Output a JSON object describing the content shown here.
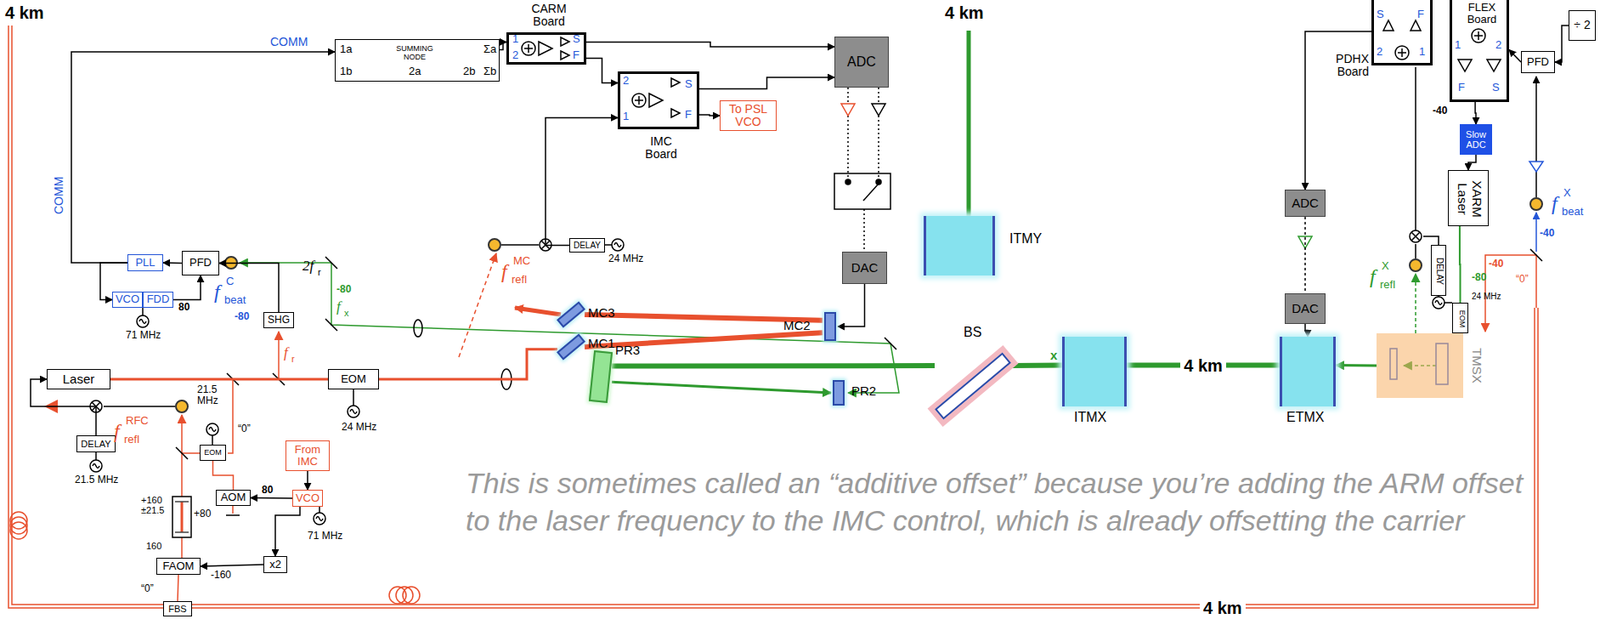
{
  "diagram": {
    "caption": "This is sometimes called an “additive offset” because you’re adding the ARM offset to the laser frequency to the IMC control, which is already offsetting the carrier",
    "nodes": [
      {
        "text": [
          "CARM Board"
        ]
      },
      {
        "text": [
          "1a",
          "1b",
          "SUMMING NODE",
          "2a",
          "2b",
          "Σa",
          "Σb"
        ]
      },
      {
        "text": [
          "ADC"
        ]
      },
      {
        "text": [
          "IMC Board"
        ]
      },
      {
        "text": [
          "To PSL VCO"
        ]
      },
      {
        "text": [
          "PDHX Board"
        ]
      },
      {
        "text": [
          "FLEX Board"
        ]
      },
      {
        "text": [
          "÷ 2"
        ]
      },
      {
        "text": [
          "PFD"
        ]
      },
      {
        "text": [
          "Slow ADC"
        ]
      },
      {
        "text": [
          "XARM Laser"
        ]
      },
      {
        "text": [
          "ADC"
        ]
      },
      {
        "text": [
          "PLL"
        ]
      },
      {
        "text": [
          "PFD"
        ]
      },
      {
        "text": [
          "VCO"
        ]
      },
      {
        "text": [
          "FDD"
        ]
      },
      {
        "text": [
          "DELAY"
        ]
      },
      {
        "text": [
          "ITMY"
        ]
      },
      {
        "text": [
          "DAC"
        ]
      },
      {
        "text": [
          "SHG"
        ]
      },
      {
        "text": [
          "MC3"
        ]
      },
      {
        "text": [
          "MC1"
        ]
      },
      {
        "text": [
          "MC2"
        ]
      },
      {
        "text": [
          "PR3"
        ]
      },
      {
        "text": [
          "PR2"
        ]
      },
      {
        "text": [
          "BS"
        ]
      },
      {
        "text": [
          "DAC"
        ]
      },
      {
        "text": [
          "DELAY"
        ]
      },
      {
        "text": [
          "Laser"
        ]
      },
      {
        "text": [
          "EOM"
        ]
      },
      {
        "text": [
          "ITMX"
        ]
      },
      {
        "text": [
          "ETMX"
        ]
      },
      {
        "text": [
          "TMSX"
        ]
      },
      {
        "text": [
          "EOM"
        ]
      },
      {
        "text": [
          "DELAY"
        ]
      },
      {
        "text": [
          "EOM"
        ]
      },
      {
        "text": [
          "From IMC"
        ]
      },
      {
        "text": [
          "AOM"
        ]
      },
      {
        "text": [
          "VCO"
        ]
      },
      {
        "text": [
          "x2"
        ]
      },
      {
        "text": [
          "FAOM"
        ]
      },
      {
        "text": [
          "FBS"
        ]
      }
    ],
    "edges": [
      {
        "from": 1,
        "to": 0,
        "arrow": "to"
      },
      {
        "from": 0,
        "to": 2,
        "arrow": "to"
      },
      {
        "from": 0,
        "to": 3,
        "arrow": "to"
      },
      {
        "from": 3,
        "to": 2,
        "arrow": "to"
      },
      {
        "from": 3,
        "to": 4,
        "arrow": "to"
      },
      {
        "from": 12,
        "to": 1,
        "arrow": "to"
      },
      {
        "from": 13,
        "to": 12,
        "arrow": "to"
      },
      {
        "from": 12,
        "to": 14,
        "arrow": "to"
      },
      {
        "from": 15,
        "to": 13,
        "arrow": "to"
      },
      {
        "from": 19,
        "to": 13,
        "arrow": "to"
      },
      {
        "from": 16,
        "to": 3,
        "arrow": "to"
      },
      {
        "from": 18,
        "to": 22,
        "arrow": "to"
      },
      {
        "from": 21,
        "to": 22,
        "arrow": "none"
      },
      {
        "from": 22,
        "to": 20,
        "arrow": "none"
      },
      {
        "from": 23,
        "to": 24,
        "arrow": "to"
      },
      {
        "from": 23,
        "to": 25,
        "arrow": "none"
      },
      {
        "from": 25,
        "to": 30,
        "arrow": "none"
      },
      {
        "from": 30,
        "to": 31,
        "arrow": "none",
        "label": "4 km"
      },
      {
        "from": 28,
        "to": 29,
        "arrow": "none"
      },
      {
        "from": 29,
        "to": 21,
        "arrow": "none"
      },
      {
        "from": 34,
        "to": 28,
        "arrow": "to"
      },
      {
        "from": 35,
        "to": 37,
        "arrow": "none"
      },
      {
        "from": 38,
        "to": 37,
        "arrow": "to"
      },
      {
        "from": 36,
        "to": 38,
        "arrow": "to"
      },
      {
        "from": 38,
        "to": 39,
        "arrow": "to"
      },
      {
        "from": 39,
        "to": 40,
        "arrow": "to"
      },
      {
        "from": 40,
        "to": 41,
        "arrow": "none"
      },
      {
        "from": 5,
        "to": 11,
        "arrow": "to"
      },
      {
        "from": 26,
        "to": 31,
        "arrow": "to"
      },
      {
        "from": 6,
        "to": 9,
        "arrow": "to"
      },
      {
        "from": 8,
        "to": 6,
        "arrow": "to"
      },
      {
        "from": 7,
        "to": 8,
        "arrow": "to"
      },
      {
        "from": 10,
        "to": 33,
        "arrow": "none"
      },
      {
        "from": 9,
        "to": 10,
        "arrow": "to"
      },
      {
        "from": 11,
        "to": 26,
        "arrow": "none"
      },
      {
        "from": 32,
        "to": 31,
        "arrow": "to"
      }
    ],
    "labels": [
      "4 km",
      "4 km",
      "4 km",
      "COMM",
      "COMM",
      "80",
      "71 MHz",
      "-80",
      "2f",
      "r",
      "f",
      "r",
      "-80",
      "f",
      "x",
      "f",
      "C",
      "beat",
      "f",
      "MC",
      "refl",
      "24 MHz",
      "f",
      "RFC",
      "refl",
      "21.5 MHz",
      "21.5 MHz",
      "“0”",
      "24 MHz",
      "+160 ±21.5",
      "160",
      "+80",
      "80",
      "71 MHz",
      "-160",
      "“0”",
      "x",
      "-40",
      "-40",
      "-40",
      "-80",
      "24 MHz",
      "“0”",
      "f",
      "X",
      "beat",
      "f",
      "X",
      "refl",
      "1",
      "2",
      "S",
      "F",
      "2",
      "1",
      "S",
      "F",
      "S",
      "F",
      "2",
      "1",
      "1",
      "2",
      "F",
      "S"
    ]
  }
}
